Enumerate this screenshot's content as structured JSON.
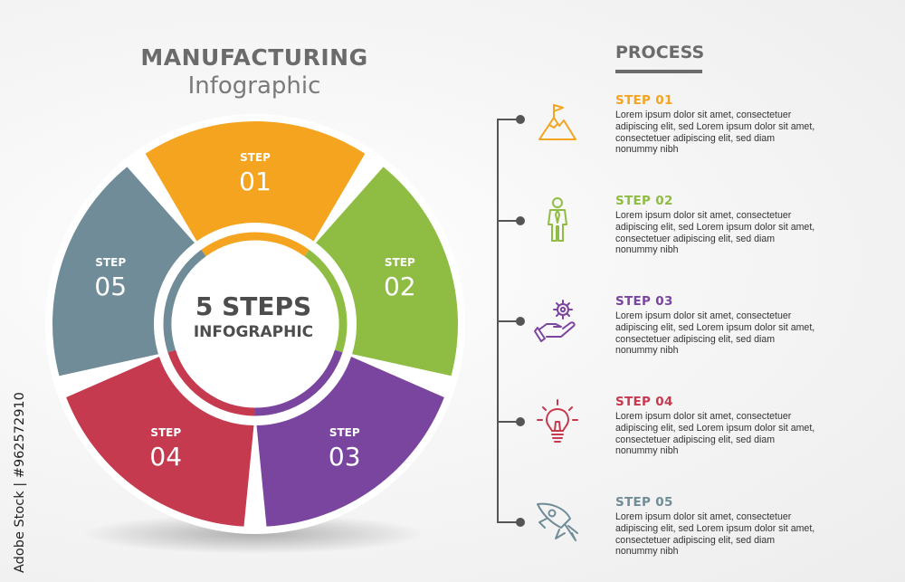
{
  "title": {
    "main": "MANUFACTURING",
    "sub": "Infographic"
  },
  "center": {
    "line1": "5 STEPS",
    "line2": "INFOGRAPHIC"
  },
  "colors": {
    "step1": "#f4a41f",
    "step2": "#8fbd44",
    "step3": "#7a459f",
    "step4": "#c63a4f",
    "step5": "#6f8c98",
    "title": "#6b6b6b"
  },
  "wheel_segments": [
    {
      "label": "STEP",
      "number": "01"
    },
    {
      "label": "STEP",
      "number": "02"
    },
    {
      "label": "STEP",
      "number": "03"
    },
    {
      "label": "STEP",
      "number": "04"
    },
    {
      "label": "STEP",
      "number": "05"
    }
  ],
  "process": {
    "title": "PROCESS",
    "steps": [
      {
        "title": "STEP 01",
        "icon": "mountain-flag-icon",
        "lines": [
          "Lorem ipsum dolor sit amet, consectetuer",
          "adipiscing elit, sed Lorem ipsum dolor sit amet,",
          "consectetuer adipiscing elit, sed diam",
          "nonummy nibh"
        ]
      },
      {
        "title": "STEP 02",
        "icon": "businessman-icon",
        "lines": [
          "Lorem ipsum dolor sit amet, consectetuer",
          "adipiscing elit, sed Lorem ipsum dolor sit amet,",
          "consectetuer adipiscing elit, sed diam",
          "nonummy nibh"
        ]
      },
      {
        "title": "STEP 03",
        "icon": "hand-gear-icon",
        "lines": [
          "Lorem ipsum dolor sit amet, consectetuer",
          "adipiscing elit, sed Lorem ipsum dolor sit amet,",
          "consectetuer adipiscing elit, sed diam",
          "nonummy nibh"
        ]
      },
      {
        "title": "STEP 04",
        "icon": "lightbulb-icon",
        "lines": [
          "Lorem ipsum dolor sit amet, consectetuer",
          "adipiscing elit, sed Lorem ipsum dolor sit amet,",
          "consectetuer adipiscing elit, sed diam",
          "nonummy nibh"
        ]
      },
      {
        "title": "STEP 05",
        "icon": "rocket-icon",
        "lines": [
          "Lorem ipsum dolor sit amet, consectetuer",
          "adipiscing elit, sed Lorem ipsum dolor sit amet,",
          "consectetuer adipiscing elit, sed diam",
          "nonummy nibh"
        ]
      }
    ]
  },
  "watermark": "Adobe Stock | #962572910"
}
